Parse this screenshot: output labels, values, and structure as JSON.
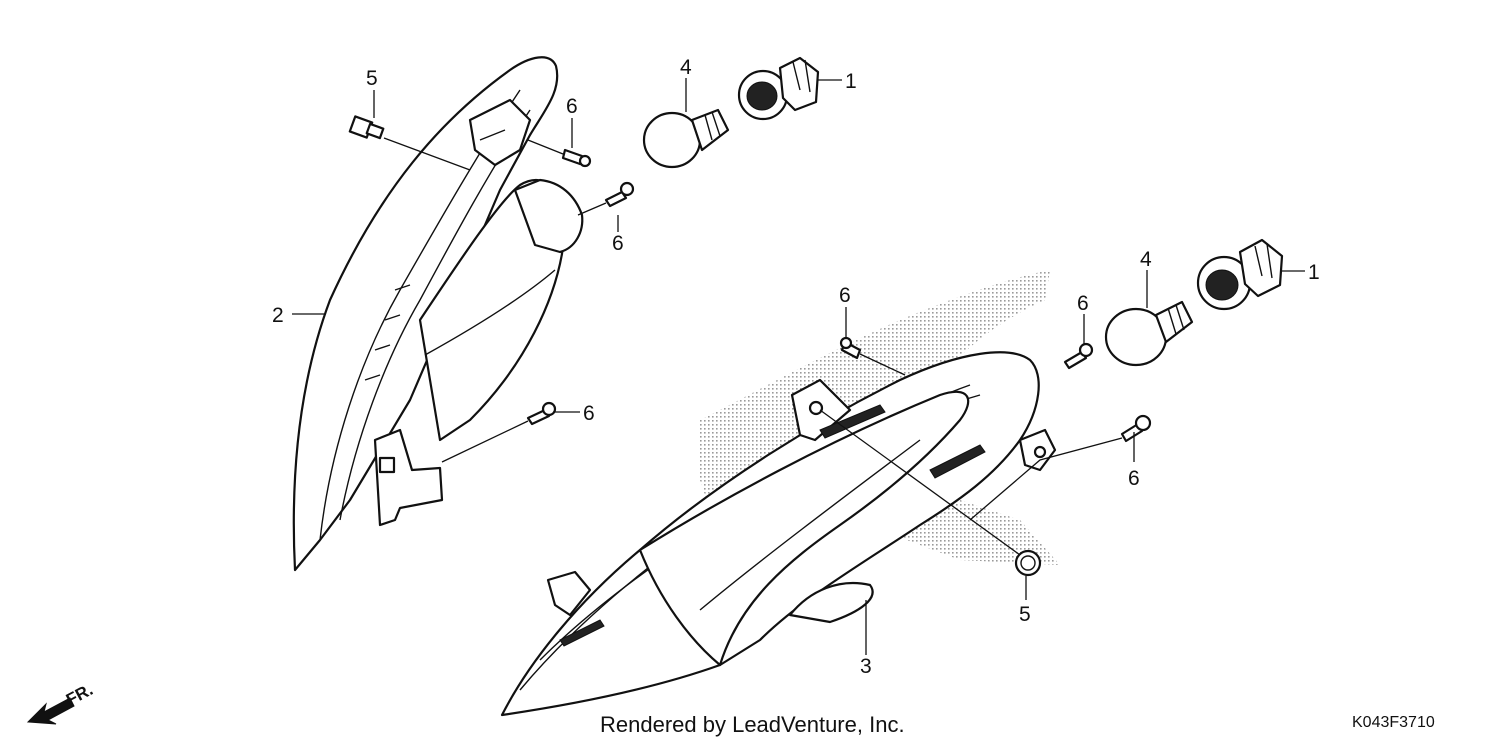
{
  "labels": {
    "left_lamp_socket": "1",
    "right_lamp_socket": "1",
    "left_lens": "2",
    "right_lens": "3",
    "left_bulb": "4",
    "right_bulb": "4",
    "left_bolt": "5",
    "right_bolt": "5",
    "screw_a": "6",
    "screw_b": "6",
    "screw_c": "6",
    "screw_d": "6",
    "screw_e": "6",
    "screw_f": "6"
  },
  "front_marker": "FR.",
  "credit": "Rendered by LeadVenture, Inc.",
  "diagram_code": "K043F3710"
}
